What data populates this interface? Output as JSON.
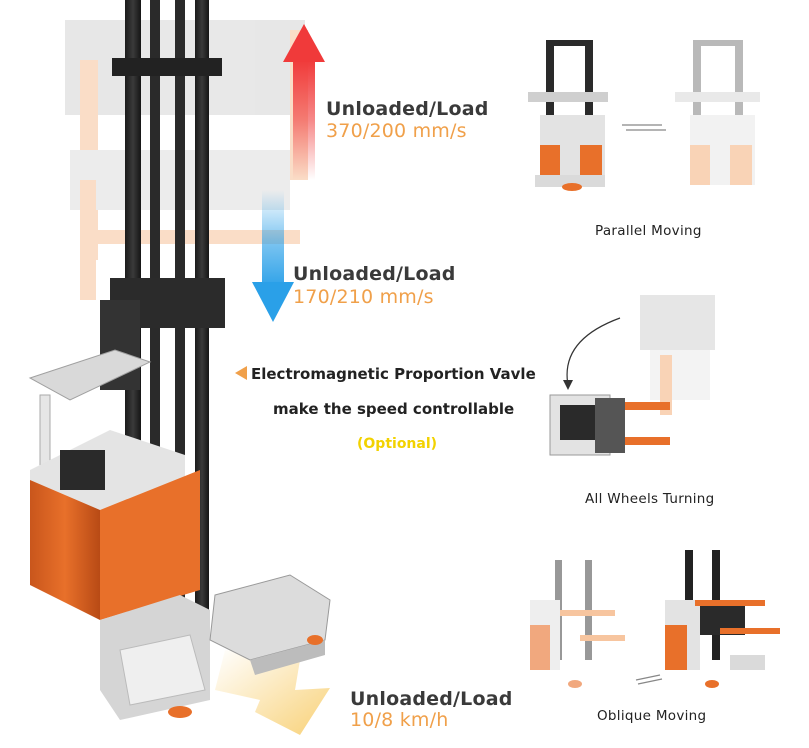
{
  "specs": {
    "lift": {
      "label": "Unloaded/Load",
      "value": "370/200 mm/s"
    },
    "lower": {
      "label": "Unloaded/Load",
      "value": "170/210 mm/s"
    },
    "travel": {
      "label": "Unloaded/Load",
      "value": "10/8 km/h"
    }
  },
  "valve_note": {
    "line1": "Electromagnetic Proportion Vavle",
    "line2": "make the speed controllable",
    "optional": "(Optional)"
  },
  "modes": [
    {
      "caption": "Parallel Moving"
    },
    {
      "caption": "All Wheels Turning"
    },
    {
      "caption": "Oblique Moving"
    }
  ],
  "colors": {
    "accent_orange": "#f0a04a",
    "truck_orange": "#e8702a",
    "up_arrow_red": "#f03a3a",
    "down_arrow_blue": "#2aa0e8",
    "optional_yellow": "#f2d200"
  }
}
